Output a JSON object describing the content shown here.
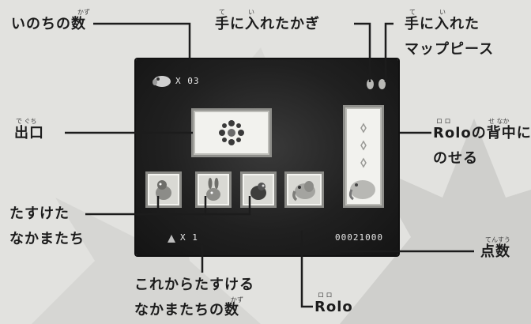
{
  "labels": {
    "lives": {
      "text": "いのちの数",
      "ruby": "かず"
    },
    "keys": {
      "text": "手に入れたかぎ",
      "ruby_te": "て",
      "ruby_i": "い"
    },
    "map_pieces": {
      "line1": "手に入れた",
      "line2": "マップピース",
      "ruby_te": "て",
      "ruby_i": "い"
    },
    "exit": {
      "text": "出口",
      "ruby": "で ぐち"
    },
    "rolo_back": {
      "line1": "Roloの背中に",
      "line2": "のせる",
      "ruby_rolo": "ロ ロ",
      "ruby_senaka": "せ なか"
    },
    "rescued": {
      "line1": "たすけた",
      "line2": "なかまたち"
    },
    "score": {
      "text": "点数",
      "ruby": "てんすう"
    },
    "to_rescue": {
      "line1": "これからたすける",
      "line2": "なかまたちの数",
      "ruby": "かず"
    },
    "rolo": {
      "text": "Rolo",
      "ruby": "ロ ロ"
    }
  },
  "hud": {
    "lives_value": "X 03",
    "friends_remaining_value": "X 1",
    "score_value": "00021000"
  },
  "colors": {
    "background": "#e2e2df",
    "screen": "#1e1e1e",
    "panel": "#f2f2ee",
    "leader_line": "#1c1c1c"
  }
}
